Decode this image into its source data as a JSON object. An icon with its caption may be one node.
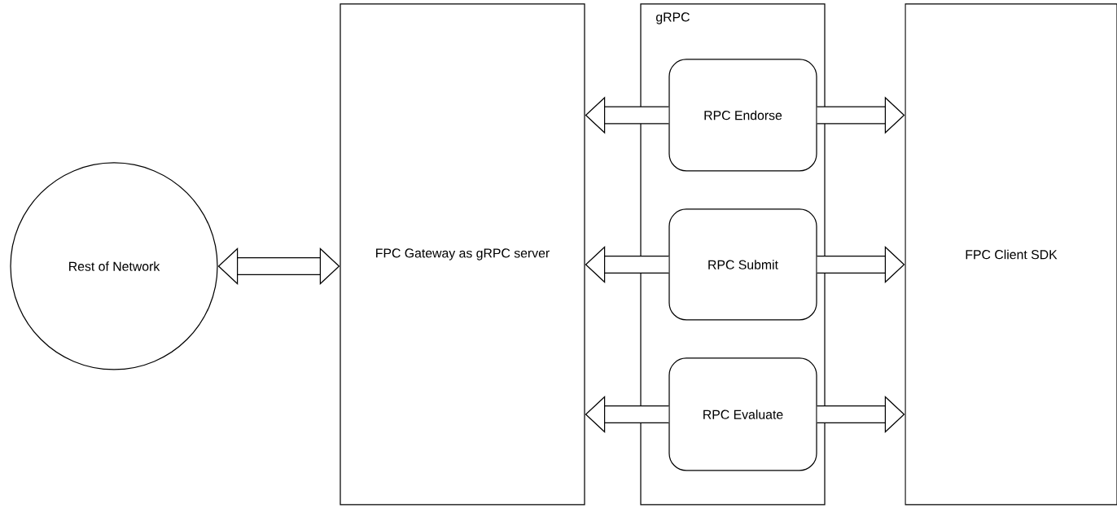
{
  "diagram": {
    "nodes": [
      {
        "text": [
          "Rest of Network"
        ]
      },
      {
        "text": [
          "FPC Gateway as gRPC server"
        ]
      },
      {
        "text": [
          "gRPC"
        ]
      },
      {
        "text": [
          "RPC Endorse"
        ],
        "in": 2
      },
      {
        "text": [
          "RPC Submit"
        ],
        "in": 2
      },
      {
        "text": [
          "RPC Evaluate"
        ],
        "in": 2
      },
      {
        "text": [
          "FPC Client SDK"
        ]
      }
    ],
    "edges": [
      {
        "from": 0,
        "to": 1,
        "arrow": "both"
      },
      {
        "from": 3,
        "to": 1,
        "arrow": "to"
      },
      {
        "from": 3,
        "to": 6,
        "arrow": "to"
      },
      {
        "from": 4,
        "to": 1,
        "arrow": "to"
      },
      {
        "from": 4,
        "to": 6,
        "arrow": "to"
      },
      {
        "from": 5,
        "to": 1,
        "arrow": "to"
      },
      {
        "from": 5,
        "to": 6,
        "arrow": "to"
      }
    ]
  }
}
